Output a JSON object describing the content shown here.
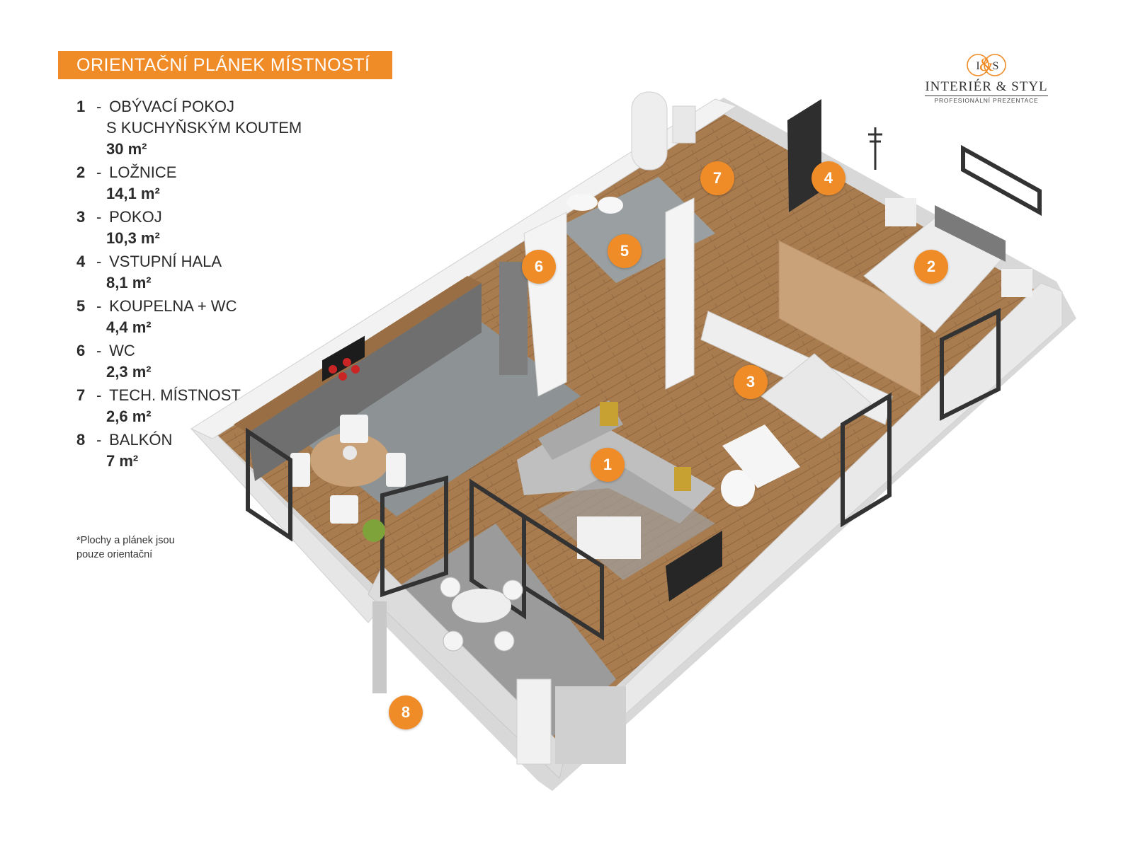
{
  "header": {
    "title": "ORIENTAČNÍ PLÁNEK MÍSTNOSTÍ"
  },
  "logo": {
    "initial_left": "I",
    "ampersand": "&",
    "initial_right": "S",
    "name": "INTERIÉR & STYL",
    "tagline": "PROFESIONÁLNÍ PREZENTACE"
  },
  "rooms": [
    {
      "number": "1",
      "dash": "-",
      "name": "OBÝVACÍ POKOJ",
      "name_line2": "S KUCHYŇSKÝM KOUTEM",
      "area": "30 m²"
    },
    {
      "number": "2",
      "dash": "-",
      "name": "LOŽNICE",
      "area": "14,1 m²"
    },
    {
      "number": "3",
      "dash": "-",
      "name": "POKOJ",
      "area": "10,3 m²"
    },
    {
      "number": "4",
      "dash": "-",
      "name": "VSTUPNÍ HALA",
      "area": "8,1 m²"
    },
    {
      "number": "5",
      "dash": "-",
      "name": "KOUPELNA + WC",
      "area": "4,4 m²"
    },
    {
      "number": "6",
      "dash": "-",
      "name": "WC",
      "area": "2,3 m²"
    },
    {
      "number": "7",
      "dash": "-",
      "name": "TECH. MÍSTNOST",
      "area": "2,6 m²"
    },
    {
      "number": "8",
      "dash": "-",
      "name": "BALKÓN",
      "area": "7 m²"
    }
  ],
  "note": {
    "line1": "*Plochy  a plánek jsou",
    "line2": "pouze orientační"
  },
  "colors": {
    "accent": "#f08c28",
    "wood": "#a87c4f",
    "tile": "#8d9294",
    "wall": "#ececec",
    "frame": "#333333"
  }
}
